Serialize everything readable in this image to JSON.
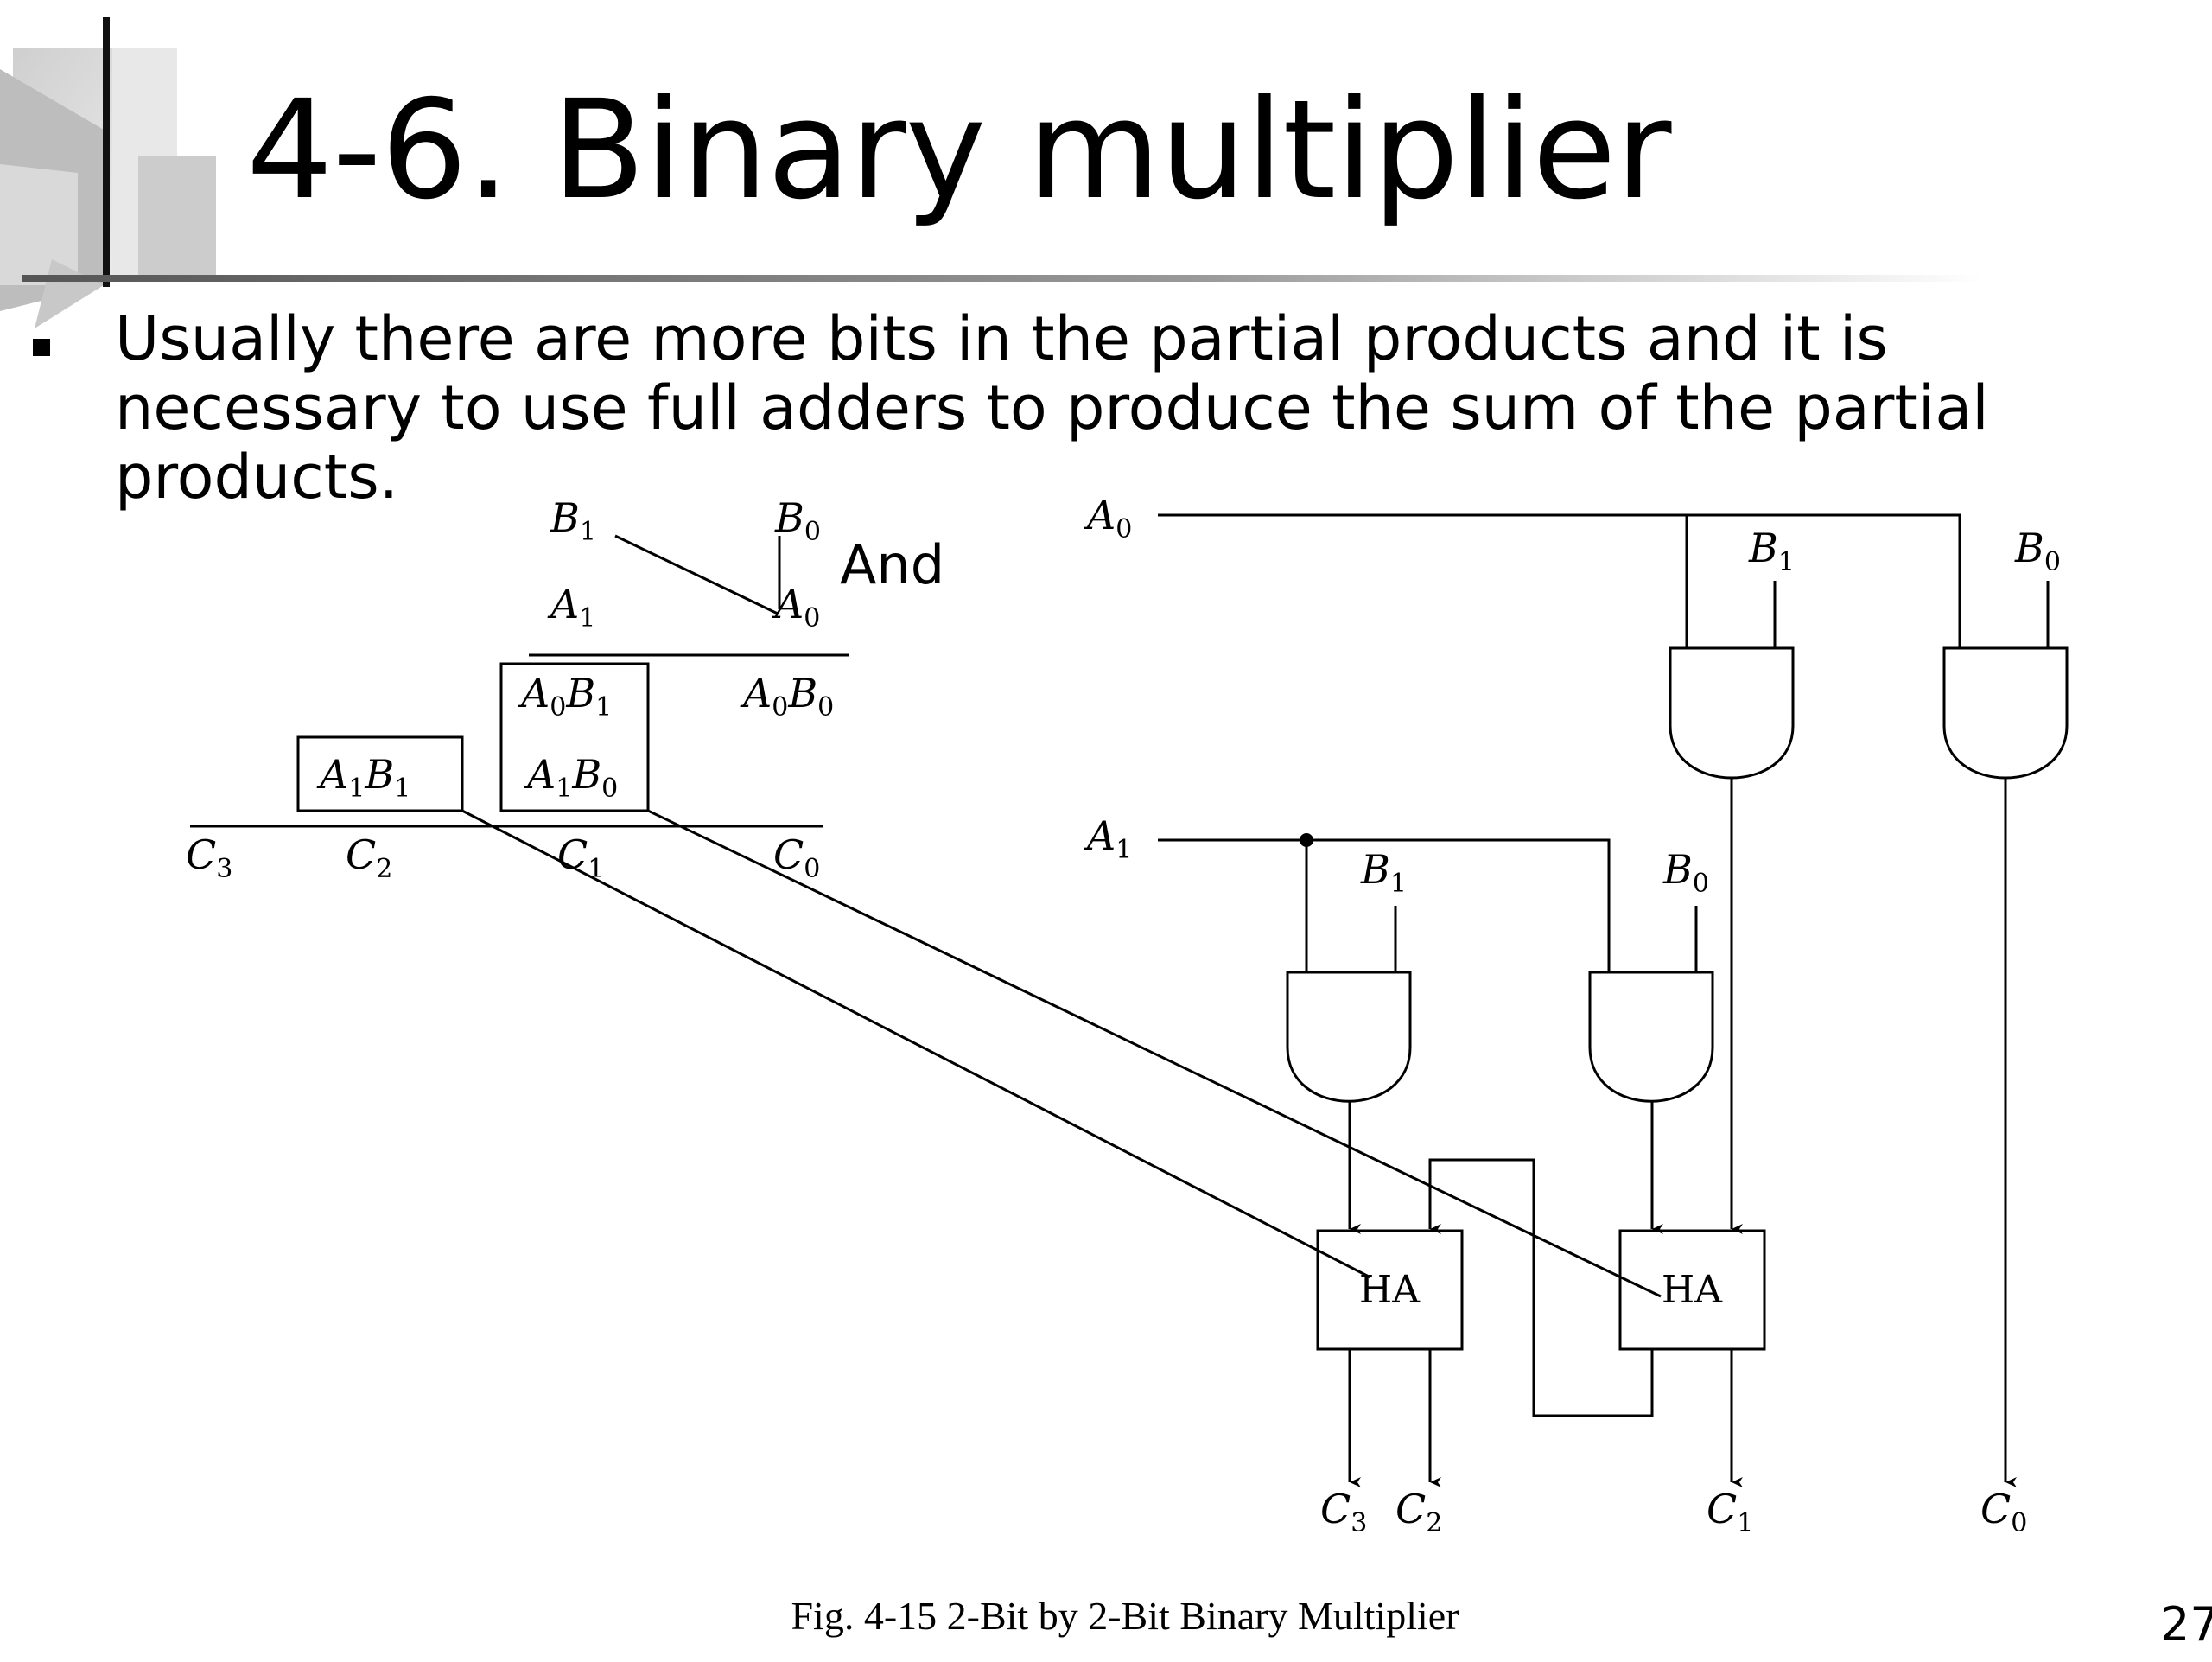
{
  "slide": {
    "title": "4-6. Binary multiplier",
    "bullet": "Usually there are more bits in the partial products and it is necessary to use full adders to produce the sum of the partial products.",
    "page_number": "27"
  },
  "diagram": {
    "annotation": "And",
    "multiplication": {
      "multiplicand": [
        {
          "v": "B",
          "s": "1"
        },
        {
          "v": "B",
          "s": "0"
        }
      ],
      "multiplier": [
        {
          "v": "A",
          "s": "1"
        },
        {
          "v": "A",
          "s": "0"
        }
      ],
      "partial_row1": [
        {
          "v": "A",
          "s": "0"
        },
        {
          "v": "B",
          "s": "1"
        }
      ],
      "partial_row1b": [
        {
          "v": "A",
          "s": "0"
        },
        {
          "v": "B",
          "s": "0"
        }
      ],
      "partial_row2a": [
        {
          "v": "A",
          "s": "1"
        },
        {
          "v": "B",
          "s": "1"
        }
      ],
      "partial_row2b": [
        {
          "v": "A",
          "s": "1"
        },
        {
          "v": "B",
          "s": "0"
        }
      ],
      "result": [
        {
          "v": "C",
          "s": "3"
        },
        {
          "v": "C",
          "s": "2"
        },
        {
          "v": "C",
          "s": "1"
        },
        {
          "v": "C",
          "s": "0"
        }
      ]
    },
    "circuit": {
      "input_a0": {
        "v": "A",
        "s": "0"
      },
      "input_a1": {
        "v": "A",
        "s": "1"
      },
      "input_b1": {
        "v": "B",
        "s": "1"
      },
      "input_b0": {
        "v": "B",
        "s": "0"
      },
      "adder_label": "HA",
      "outputs": [
        {
          "v": "C",
          "s": "3"
        },
        {
          "v": "C",
          "s": "2"
        },
        {
          "v": "C",
          "s": "1"
        },
        {
          "v": "C",
          "s": "0"
        }
      ]
    },
    "caption": "Fig. 4-15  2-Bit by 2-Bit Binary Multiplier"
  }
}
